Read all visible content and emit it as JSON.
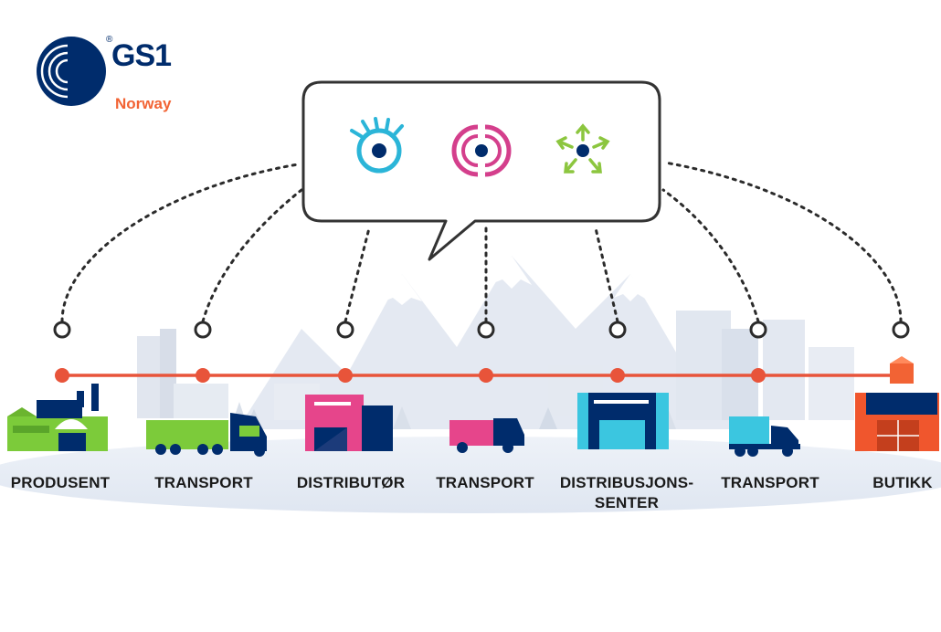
{
  "logo": {
    "brand": "GS1",
    "registered": "®",
    "country": "Norway"
  },
  "stages": [
    {
      "label": "PRODUSENT"
    },
    {
      "label": "TRANSPORT"
    },
    {
      "label": "DISTRIBUTØR"
    },
    {
      "label": "TRANSPORT"
    },
    {
      "label": "DISTRIBUSJONS-\nSENTER"
    },
    {
      "label": "TRANSPORT"
    },
    {
      "label": "BUTIKK"
    }
  ],
  "bubble_icons": [
    "eye-icon",
    "signal-target-icon",
    "share-arrows-icon"
  ],
  "colors": {
    "brand_blue": "#002c6c",
    "brand_orange": "#f26334",
    "timeline": "#e8543a",
    "eye": "#2bb5d8",
    "target": "#d43f8c",
    "arrows": "#8cc63f",
    "producer_green": "#7ccb3a",
    "distributor_pink": "#e6458b",
    "center_cyan": "#3bc6e0",
    "store_orange": "#f0562d"
  }
}
